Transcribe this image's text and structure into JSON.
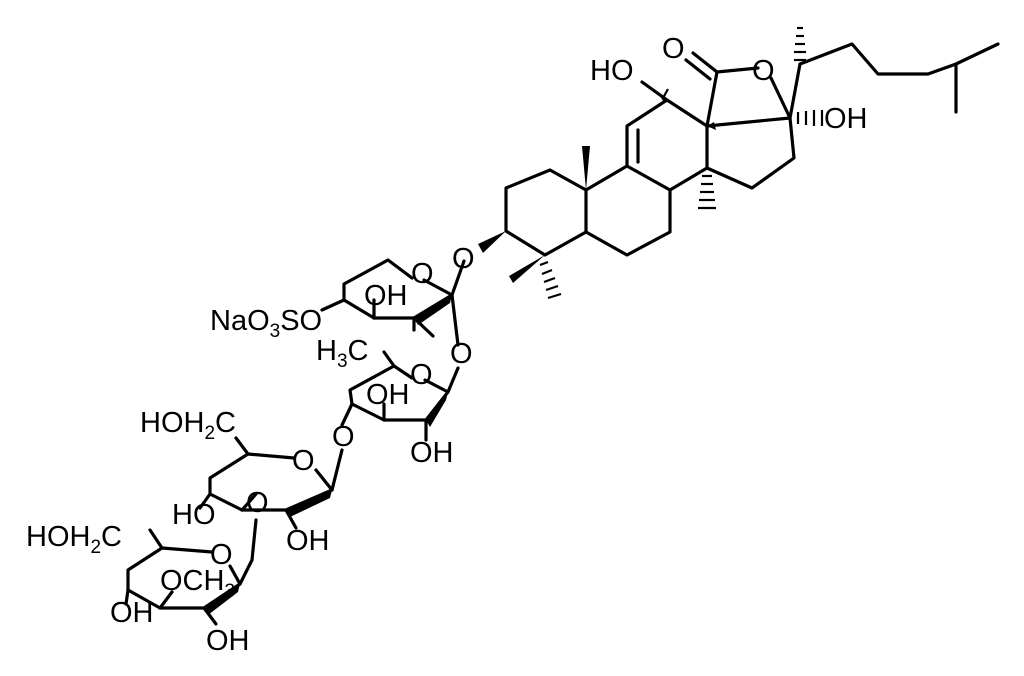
{
  "labels": {
    "lactone_carbonyl_o": "O",
    "lactone_ring_o": "O",
    "c11_hydroxyl": "HO",
    "c20_hydroxyl": "OH",
    "aglycone_glycoside_o": "O",
    "xylose_ring_o": "O",
    "xylose_oh": "OH",
    "sulfate": "NaO3SO",
    "xylose_quinovose_link_o": "O",
    "quinovose_methyl": "H3C",
    "quinovose_ring_o": "O",
    "quinovose_oh_upper": "OH",
    "quinovose_oh_lower": "OH",
    "quinovose_glucose_link_o": "O",
    "glucose_ch2oh": "HOH2C",
    "glucose_ring_o": "O",
    "glucose_link_o": "O",
    "glucose_oh_left": "HO",
    "glucose_oh_lower": "OH",
    "methylglucose_ch2oh": "HOH2C",
    "methylglucose_ring_o": "O",
    "methylglucose_och3": "OCH3",
    "methylglucose_oh_left": "OH",
    "methylglucose_oh_lower": "OH"
  }
}
